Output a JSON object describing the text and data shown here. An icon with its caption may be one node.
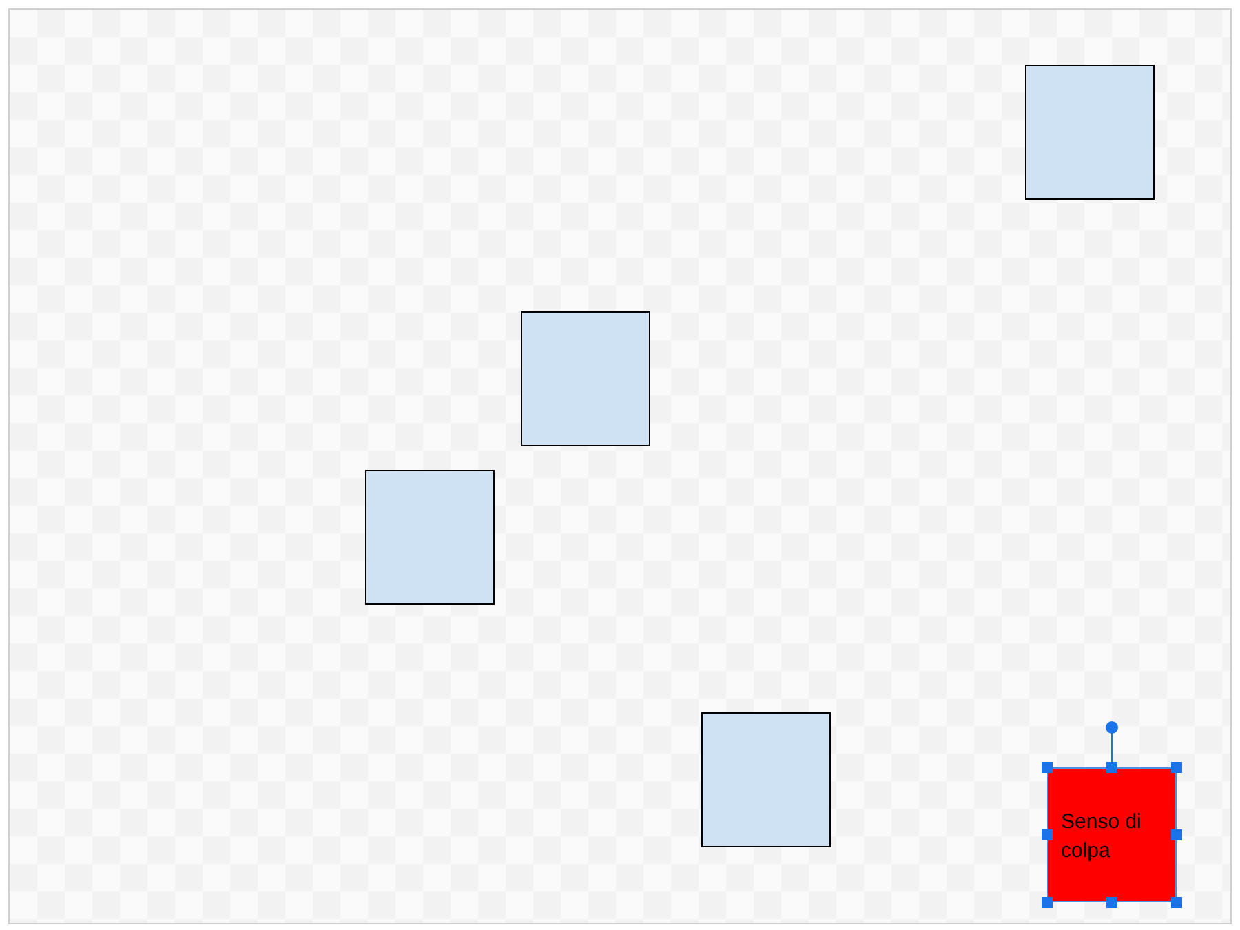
{
  "diagram": {
    "nodes": [
      {
        "text": [],
        "shape": "box"
      },
      {
        "text": [],
        "shape": "box"
      },
      {
        "text": [],
        "shape": "box"
      },
      {
        "text": [],
        "shape": "box"
      },
      {
        "text": [
          "Senso di colpa"
        ]
      }
    ]
  }
}
